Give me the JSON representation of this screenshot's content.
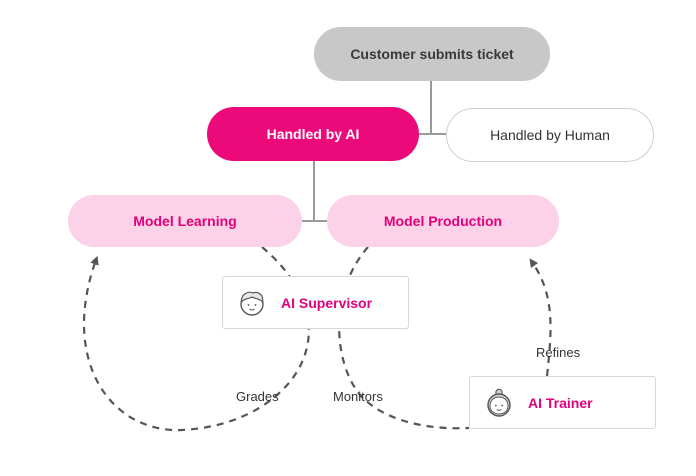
{
  "nodes": {
    "customer": "Customer submits ticket",
    "ai": "Handled by AI",
    "human": "Handled by Human",
    "learning": "Model Learning",
    "production": "Model Production",
    "supervisor": "AI Supervisor",
    "trainer": "AI Trainer"
  },
  "edges": {
    "grades": "Grades",
    "monitors": "Monitors",
    "refines": "Refines"
  },
  "colors": {
    "accent": "#ec0a7b",
    "accent_text": "#e3007a",
    "soft_pink": "#fbd2e7",
    "gray_node": "#c8c8c8",
    "line": "#9a9a9a",
    "dash": "#555555"
  },
  "icons": {
    "supervisor": "supervisor-avatar-icon",
    "trainer": "trainer-avatar-icon"
  }
}
